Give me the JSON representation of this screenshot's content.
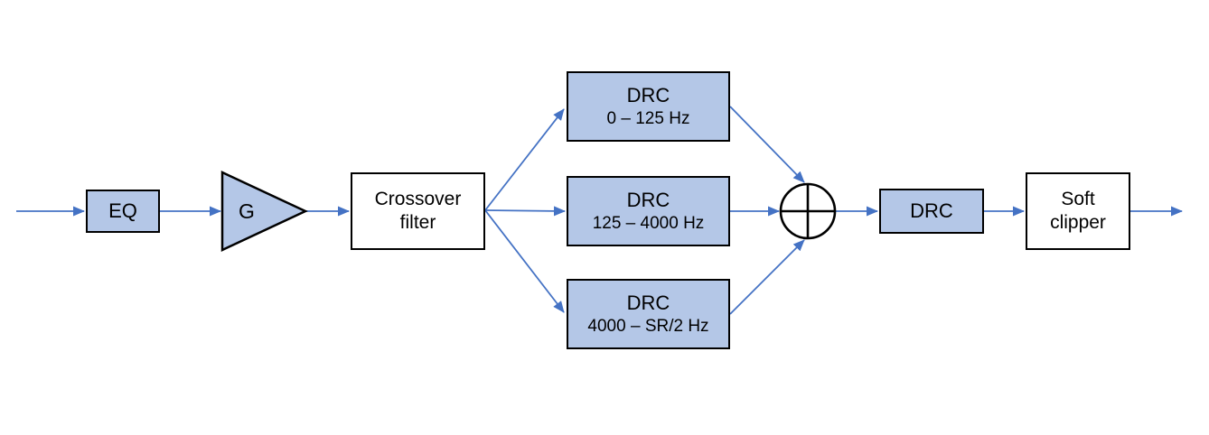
{
  "colors": {
    "fill": "#b4c7e7",
    "stroke": "#000000",
    "arrow": "#4472c4",
    "text": "#000000",
    "bg": "#ffffff"
  },
  "nodes": {
    "eq": {
      "label": "EQ"
    },
    "gain": {
      "label": "G"
    },
    "crossover": {
      "line1": "Crossover",
      "line2": "filter"
    },
    "drc_low": {
      "title": "DRC",
      "subtitle": "0 – 125 Hz"
    },
    "drc_mid": {
      "title": "DRC",
      "subtitle": "125 – 4000 Hz"
    },
    "drc_high": {
      "title": "DRC",
      "subtitle": "4000 – SR/2 Hz"
    },
    "sum": {
      "icon": "circled-plus"
    },
    "drc_post": {
      "label": "DRC"
    },
    "soft_clipper": {
      "line1": "Soft",
      "line2": "clipper"
    }
  }
}
